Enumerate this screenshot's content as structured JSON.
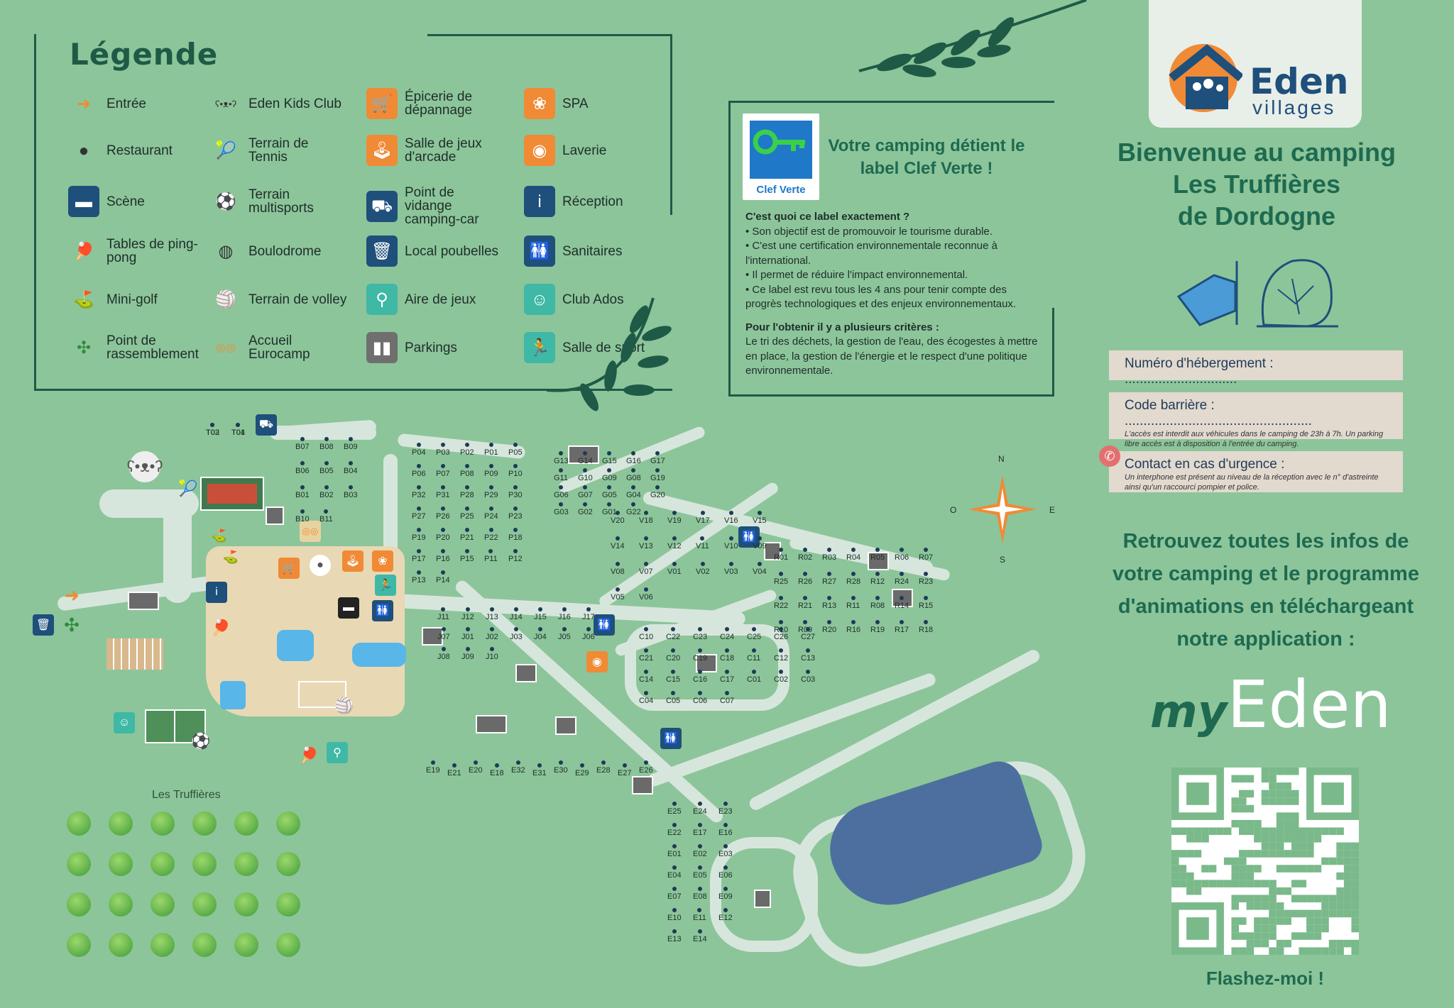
{
  "legend": {
    "title": "Légende",
    "items": [
      {
        "label": "Entrée",
        "icon": "arrow-right-icon"
      },
      {
        "label": "Eden Kids Club",
        "icon": "bear-icon"
      },
      {
        "label": "Épicerie de dépannage",
        "icon": "cart-icon"
      },
      {
        "label": "SPA",
        "icon": "lotus-icon"
      },
      {
        "label": "Restaurant",
        "icon": "plate-icon"
      },
      {
        "label": "Terrain de Tennis",
        "icon": "tennis-racket-icon"
      },
      {
        "label": "Salle de jeux d'arcade",
        "icon": "joystick-icon"
      },
      {
        "label": "Laverie",
        "icon": "washing-machine-icon"
      },
      {
        "label": "Scène",
        "icon": "stage-icon"
      },
      {
        "label": "Terrain multisports",
        "icon": "soccer-ball-icon"
      },
      {
        "label": "Point de vidange camping-car",
        "icon": "camper-icon"
      },
      {
        "label": "Réception",
        "icon": "info-icon"
      },
      {
        "label": "Tables de ping-pong",
        "icon": "ping-pong-icon"
      },
      {
        "label": "Boulodrome",
        "icon": "petanque-icon"
      },
      {
        "label": "Local poubelles",
        "icon": "trash-icon"
      },
      {
        "label": "Sanitaires",
        "icon": "toilets-icon"
      },
      {
        "label": "Mini-golf",
        "icon": "golf-flag-icon"
      },
      {
        "label": "Terrain de volley",
        "icon": "volleyball-icon"
      },
      {
        "label": "Aire de jeux",
        "icon": "playground-icon"
      },
      {
        "label": "Club Ados",
        "icon": "teens-club-icon"
      },
      {
        "label": "Point de rassemblement",
        "icon": "assembly-point-icon"
      },
      {
        "label": "Accueil Eurocamp",
        "icon": "eurocamp-icon"
      },
      {
        "label": "Parkings",
        "icon": "parking-icon"
      },
      {
        "label": "Salle de sport",
        "icon": "gym-icon"
      }
    ]
  },
  "clef_verte": {
    "logo_label": "Clef Verte",
    "headline": "Votre camping détient le label Clef Verte !",
    "q1": "C'est quoi ce label exactement ?",
    "b1": "• Son objectif est de promouvoir le tourisme durable.",
    "b2": "• C'est une certification environnementale reconnue à l'international.",
    "b3": "• Il permet de réduire l'impact environnemental.",
    "b4": "• Ce label est revu tous les 4 ans pour tenir compte des progrès technologiques et des enjeux environnementaux.",
    "q2": "Pour l'obtenir il y a plusieurs critères :",
    "p2": "Le tri des déchets, la gestion de l'eau, des écogestes à mettre en place, la gestion de l'énergie et le respect d'une politique environnementale."
  },
  "brand": {
    "name": "Eden",
    "sub": "villages"
  },
  "welcome": {
    "l1": "Bienvenue au camping",
    "l2": "Les Truffières",
    "l3": "de Dordogne"
  },
  "fields": {
    "accommodation": "Numéro d'hébergement : ..............................",
    "barrier": "Code barrière : ..................................................",
    "barrier_note": "L'accès est interdit aux véhicules dans le camping de 23h à 7h. Un parking libre accès est à disposition à l'entrée du camping.",
    "emergency": "Contact en cas d'urgence :",
    "emergency_note": "Un interphone est présent au niveau de la réception avec le n° d'astreinte ainsi qu'un raccourci pompier et police."
  },
  "promo": {
    "l1": "Retrouvez toutes les infos de",
    "l2": "votre camping et le programme",
    "l3": "d'animations en téléchargeant",
    "l4": "notre application :"
  },
  "app": {
    "my": "my",
    "name": "Eden"
  },
  "qr_cta": "Flashez-moi !",
  "map": {
    "area_label": "Les Truffières",
    "compass": {
      "n": "N",
      "s": "S",
      "e": "E",
      "o": "O"
    },
    "plots": [
      "T03",
      "T04",
      "T02",
      "T01",
      "B07",
      "B08",
      "B09",
      "B06",
      "B05",
      "B04",
      "B01",
      "B02",
      "B03",
      "B10",
      "B11",
      "P04",
      "P03",
      "P02",
      "P01",
      "P05",
      "P06",
      "P07",
      "P08",
      "P09",
      "P10",
      "P32",
      "P31",
      "P28",
      "P29",
      "P30",
      "P27",
      "P26",
      "P25",
      "P24",
      "P23",
      "P19",
      "P20",
      "P21",
      "P22",
      "P18",
      "P17",
      "P16",
      "P15",
      "P11",
      "P12",
      "P13",
      "P14",
      "G13",
      "G14",
      "G15",
      "G16",
      "G17",
      "G11",
      "G10",
      "G09",
      "G08",
      "G19",
      "G06",
      "G07",
      "G05",
      "G04",
      "G20",
      "G03",
      "G02",
      "G01",
      "G22",
      "V20",
      "V18",
      "V19",
      "V17",
      "V16",
      "V15",
      "V14",
      "V13",
      "V12",
      "V11",
      "V10",
      "V09",
      "V08",
      "V07",
      "V01",
      "V02",
      "V03",
      "V04",
      "V05",
      "V06",
      "R01",
      "R02",
      "R03",
      "R04",
      "R05",
      "R06",
      "R07",
      "R25",
      "R26",
      "R27",
      "R28",
      "R12",
      "R24",
      "R23",
      "R22",
      "R21",
      "R13",
      "R11",
      "R08",
      "R14",
      "R15",
      "R10",
      "R09",
      "R20",
      "R16",
      "R19",
      "R17",
      "R18",
      "J11",
      "J12",
      "J13",
      "J14",
      "J15",
      "J16",
      "J17",
      "J07",
      "J01",
      "J02",
      "J03",
      "J04",
      "J05",
      "J06",
      "J08",
      "J09",
      "J10",
      "C10",
      "C22",
      "C23",
      "C24",
      "C25",
      "C26",
      "C27",
      "C21",
      "C20",
      "C19",
      "C18",
      "C11",
      "C12",
      "C13",
      "C14",
      "C15",
      "C16",
      "C17",
      "C01",
      "C02",
      "C03",
      "C04",
      "C05",
      "C06",
      "C07",
      "E19",
      "E21",
      "E20",
      "E18",
      "E32",
      "E31",
      "E30",
      "E29",
      "E28",
      "E27",
      "E26",
      "E25",
      "E24",
      "E23",
      "E22",
      "E17",
      "E16",
      "E01",
      "E02",
      "E03",
      "E04",
      "E05",
      "E06",
      "E07",
      "E08",
      "E09",
      "E10",
      "E11",
      "E12",
      "E13",
      "E14"
    ]
  }
}
